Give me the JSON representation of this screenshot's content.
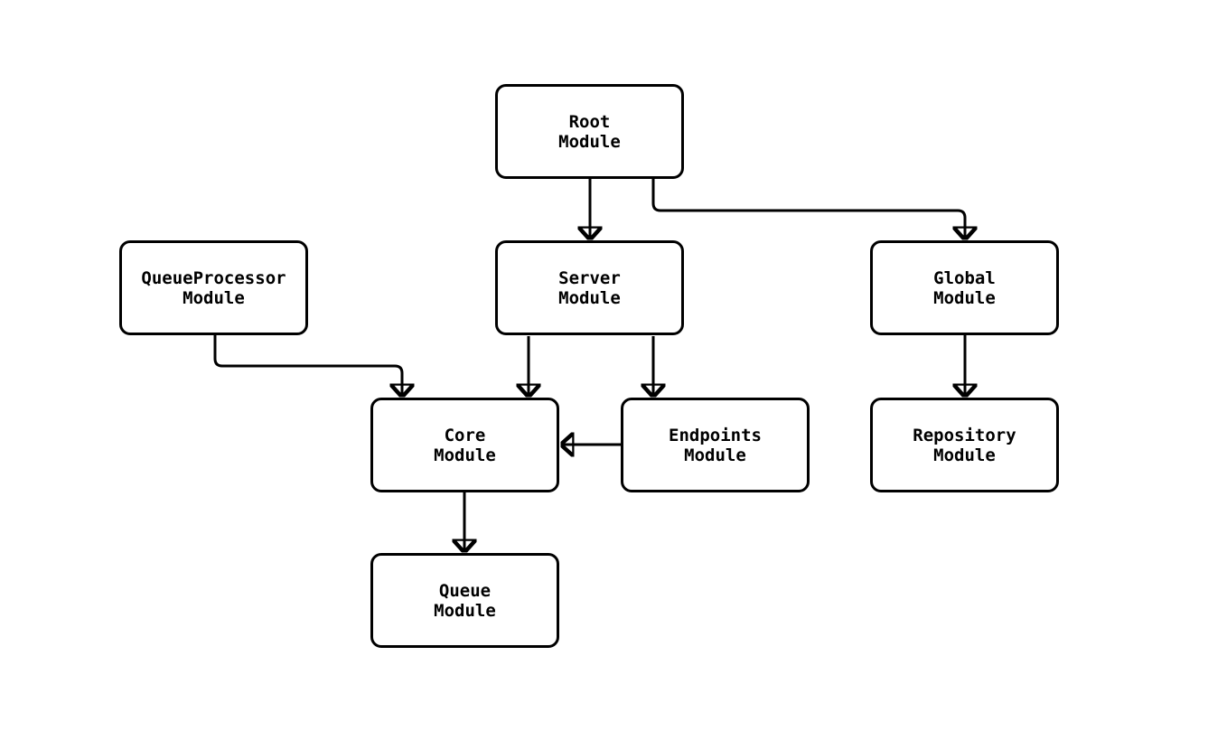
{
  "diagram": {
    "type": "module-dependency-flowchart",
    "colors": {
      "background": "#ffffff",
      "node_fill": "#ffffff",
      "node_border": "#000000",
      "edge": "#000000",
      "text": "#000000"
    },
    "nodes": {
      "root": {
        "label": "Root\nModule"
      },
      "queueprocessor": {
        "label": "QueueProcessor\nModule"
      },
      "server": {
        "label": "Server\nModule"
      },
      "global": {
        "label": "Global\nModule"
      },
      "core": {
        "label": "Core\nModule"
      },
      "endpoints": {
        "label": "Endpoints\nModule"
      },
      "repository": {
        "label": "Repository\nModule"
      },
      "queue": {
        "label": "Queue\nModule"
      }
    },
    "edges": [
      {
        "from": "Root Module",
        "to": "Server Module"
      },
      {
        "from": "Root Module",
        "to": "Global Module"
      },
      {
        "from": "QueueProcessor Module",
        "to": "Core Module"
      },
      {
        "from": "Server Module",
        "to": "Core Module"
      },
      {
        "from": "Server Module",
        "to": "Endpoints Module"
      },
      {
        "from": "Endpoints Module",
        "to": "Core Module"
      },
      {
        "from": "Global Module",
        "to": "Repository Module"
      },
      {
        "from": "Core Module",
        "to": "Queue Module"
      }
    ]
  }
}
